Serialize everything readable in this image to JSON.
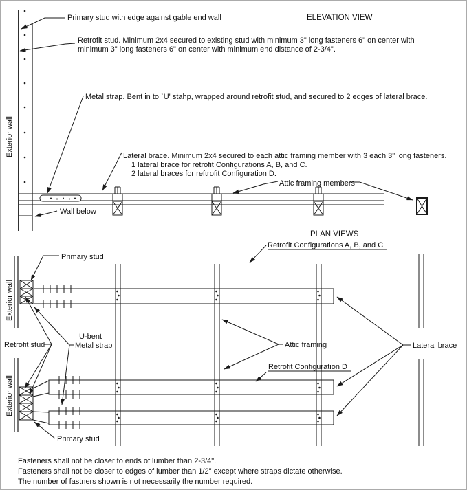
{
  "page": {
    "background": "#ffffff",
    "line_color": "#1a1a1a"
  },
  "elevation": {
    "title": "ELEVATION VIEW",
    "label_primary_stud": "Primary stud with edge against gable end wall",
    "label_retrofit_stud_line1": "Retrofit stud.  Minimum 2x4 secured to existing stud with minimum 3\" long fasteners 6\" on center with",
    "label_retrofit_stud_line2": "minimum 3\" long fasteners 6\" on center with minimum end distance of 2-3/4\".",
    "label_metal_strap": "Metal strap.  Bent in to `U' stahp, wrapped around retrofit stud, and secured to 2 edges of lateral brace.",
    "label_lateral_brace_line1": "Lateral brace. Minimum 2x4 secured to each attic framing member with 3 each 3\" long fasteners.",
    "label_lateral_brace_line2": "1 lateral brace for retrofit Configurations A, B, and C.",
    "label_lateral_brace_line3": "2 lateral braces for reftrofit Configuration D.",
    "label_attic_framing_members": "Attic framing members",
    "label_exterior_wall": "Exterior wall",
    "label_wall_below": "Wall below"
  },
  "plan": {
    "title": "PLAN VIEWS",
    "subtitle_config_abc": "Retrofit Configurations A, B, and C",
    "subtitle_config_d": "Retrofit Configuration D",
    "label_exterior_wall_top": "Exterior wall",
    "label_exterior_wall_bottom": "Exterior wall",
    "label_primary_stud_top": "Primary stud",
    "label_primary_stud_bottom": "Primary stud",
    "label_retrofit_stud": "Retrofit stud",
    "label_u_bent": "U-bent",
    "label_metal_strap": "Metal strap",
    "label_attic_framing": "Attic framing",
    "label_lateral_brace": "Lateral brace"
  },
  "notes": {
    "line1": "Fasteners shall not be closer to ends of lumber than 2-3/4\".",
    "line2": "Fasteners shall not be closer to edges of lumber than 1/2\" except where straps dictate otherwise.",
    "line3": "The number of fastners shown is not necessarily the number required."
  }
}
